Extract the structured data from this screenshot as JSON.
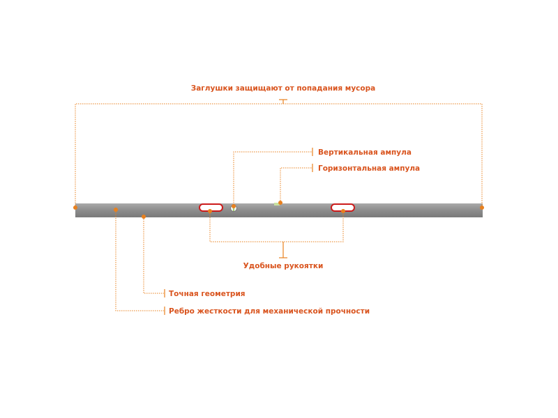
{
  "labels": {
    "caps": "Заглушки защищают от попадания мусора",
    "vertical_vial": "Вертикальная ампула",
    "horizontal_vial": "Горизонтальная ампула",
    "handles": "Удобные рукоятки",
    "precise_geometry": "Точная геометрия",
    "stiffening_rib": "Ребро жесткости для механической прочности"
  },
  "colors": {
    "accent": "#e8801e",
    "text": "#d9541e",
    "bar": "#8f8f8f",
    "handle": "#cc1a1a"
  }
}
